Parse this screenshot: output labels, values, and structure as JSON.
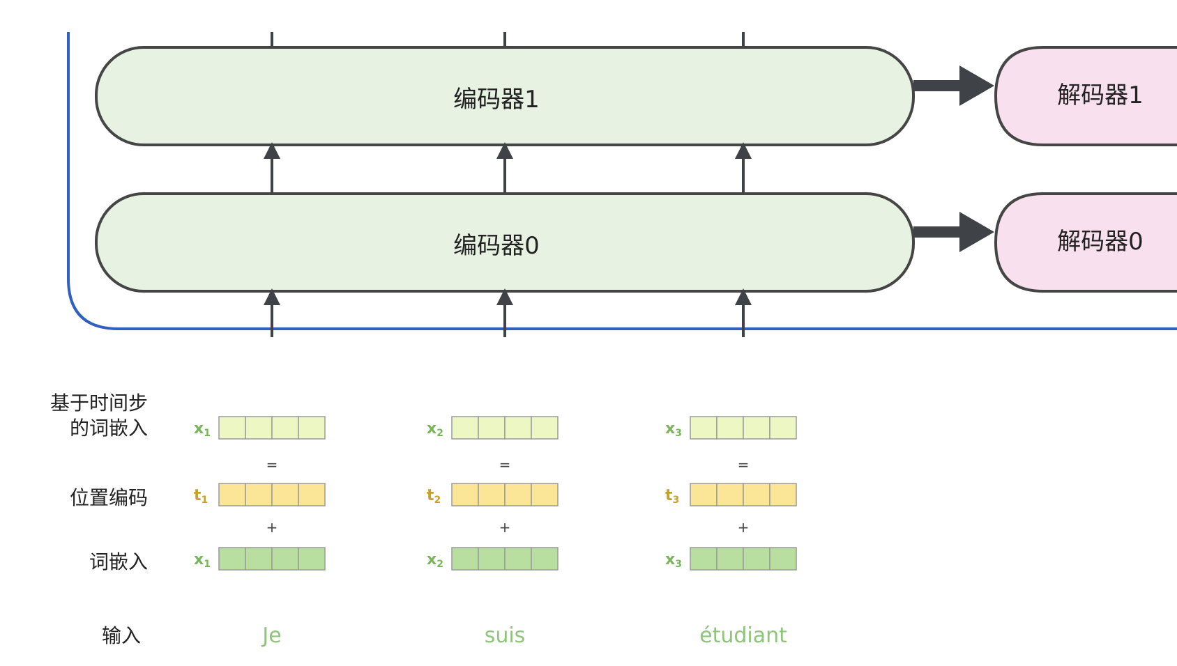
{
  "encoders": [
    {
      "label": "编码器1"
    },
    {
      "label": "编码器0"
    }
  ],
  "decoders": [
    {
      "label": "解码器1"
    },
    {
      "label": "解码器0"
    }
  ],
  "row_labels": {
    "timestep_embedding_line1": "基于时间步",
    "timestep_embedding_line2": "的词嵌入",
    "positional_encoding": "位置编码",
    "word_embedding": "词嵌入",
    "input": "输入"
  },
  "operators": {
    "equals": "=",
    "plus": "+"
  },
  "columns": [
    {
      "x_base": "x",
      "x_sub": "1",
      "t_base": "t",
      "t_sub": "1",
      "word": "Je"
    },
    {
      "x_base": "x",
      "x_sub": "2",
      "t_base": "t",
      "t_sub": "2",
      "word": "suis"
    },
    {
      "x_base": "x",
      "x_sub": "3",
      "t_base": "t",
      "t_sub": "3",
      "word": "étudiant"
    }
  ],
  "colors": {
    "encoder_fill": "#e7f2e2",
    "decoder_fill": "#f9e0ef",
    "box_stroke": "#454545",
    "frame_blue": "#2f5fbf",
    "arrow": "#3f4347",
    "timestep_vec": "#edf7c4",
    "positional_vec": "#fbe698",
    "word_vec": "#b8df9f",
    "x_label": "#7ab55c",
    "t_label": "#c7a12a"
  }
}
